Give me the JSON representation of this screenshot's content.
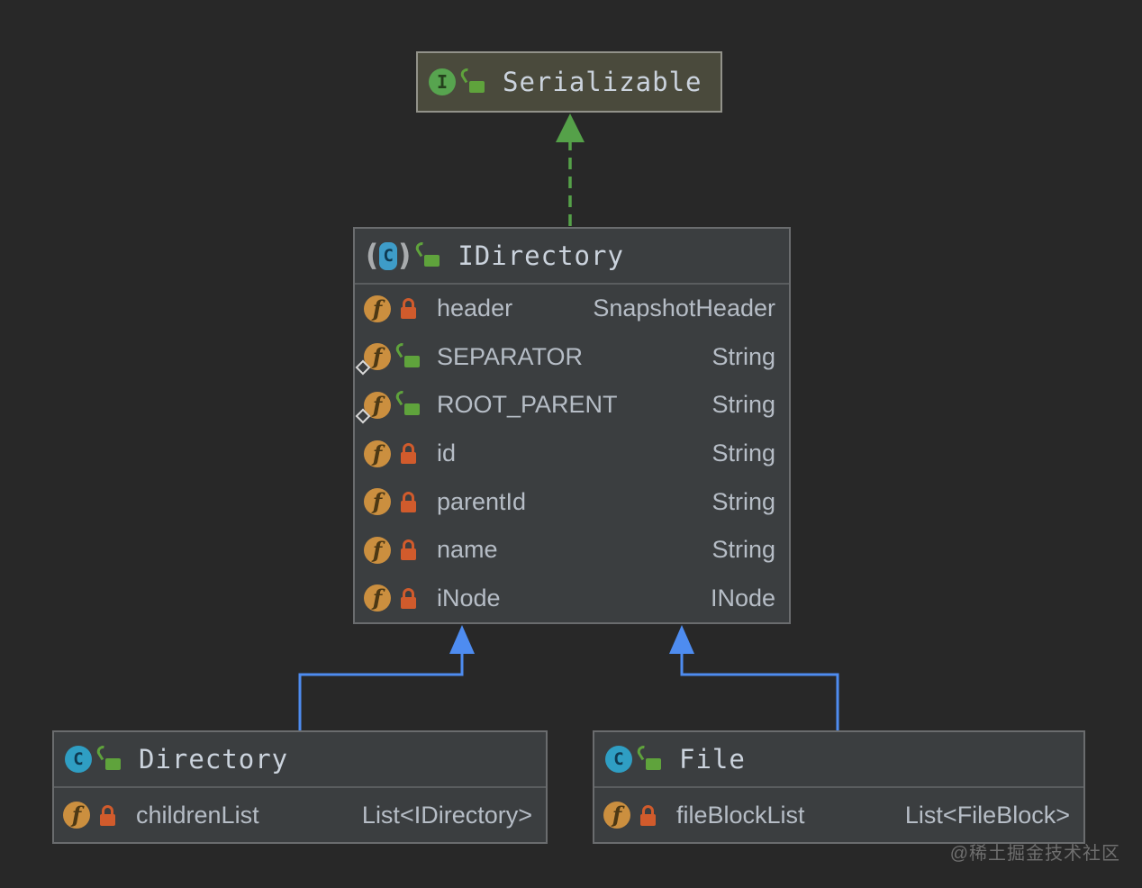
{
  "diagram_type": "uml-class-diagram",
  "colors": {
    "canvas_bg": "#282828",
    "node_bg": "#3B3E40",
    "node_border": "#6A6C6E",
    "highlight_node_bg": "#4A4A3C",
    "highlight_node_border": "#92928A",
    "title_text": "#CBD3DD",
    "field_text": "#B6BDC6",
    "realization_edge": "#55A149",
    "inheritance_edge": "#4E8CF0",
    "interface_icon_bg": "#57A44F",
    "class_icon_bg": "#2F9EC3",
    "abstract_class_icon_bg": "#3E9CC8",
    "field_icon_bg": "#CB8F3F",
    "public_lock": "#5FA33C",
    "private_lock": "#D15B2C",
    "watermark": "#6F6F6F"
  },
  "icons": {
    "interface_letter": "I",
    "class_letter": "C",
    "abstract_class_letter": "C",
    "field_letter": "f",
    "paren_open": "(",
    "paren_close": ")"
  },
  "nodes": {
    "serializable": {
      "kind": "interface",
      "visibility": "public",
      "title": "Serializable",
      "fields": []
    },
    "idirectory": {
      "kind": "abstract-class",
      "visibility": "public",
      "title": "IDirectory",
      "fields": [
        {
          "name": "header",
          "type": "SnapshotHeader",
          "visibility": "private",
          "static": false
        },
        {
          "name": "SEPARATOR",
          "type": "String",
          "visibility": "public",
          "static": true
        },
        {
          "name": "ROOT_PARENT",
          "type": "String",
          "visibility": "public",
          "static": true
        },
        {
          "name": "id",
          "type": "String",
          "visibility": "private",
          "static": false
        },
        {
          "name": "parentId",
          "type": "String",
          "visibility": "private",
          "static": false
        },
        {
          "name": "name",
          "type": "String",
          "visibility": "private",
          "static": false
        },
        {
          "name": "iNode",
          "type": "INode",
          "visibility": "private",
          "static": false
        }
      ]
    },
    "directory": {
      "kind": "class",
      "visibility": "public",
      "title": "Directory",
      "fields": [
        {
          "name": "childrenList",
          "type": "List<IDirectory>",
          "visibility": "private",
          "static": false
        }
      ]
    },
    "file": {
      "kind": "class",
      "visibility": "public",
      "title": "File",
      "fields": [
        {
          "name": "fileBlockList",
          "type": "List<FileBlock>",
          "visibility": "private",
          "static": false
        }
      ]
    }
  },
  "edges": [
    {
      "from": "IDirectory",
      "to": "Serializable",
      "type": "realization",
      "style": "dashed-green-arrow"
    },
    {
      "from": "Directory",
      "to": "IDirectory",
      "type": "inheritance",
      "style": "solid-blue-arrow"
    },
    {
      "from": "File",
      "to": "IDirectory",
      "type": "inheritance",
      "style": "solid-blue-arrow"
    }
  ],
  "watermark": "@稀土掘金技术社区"
}
